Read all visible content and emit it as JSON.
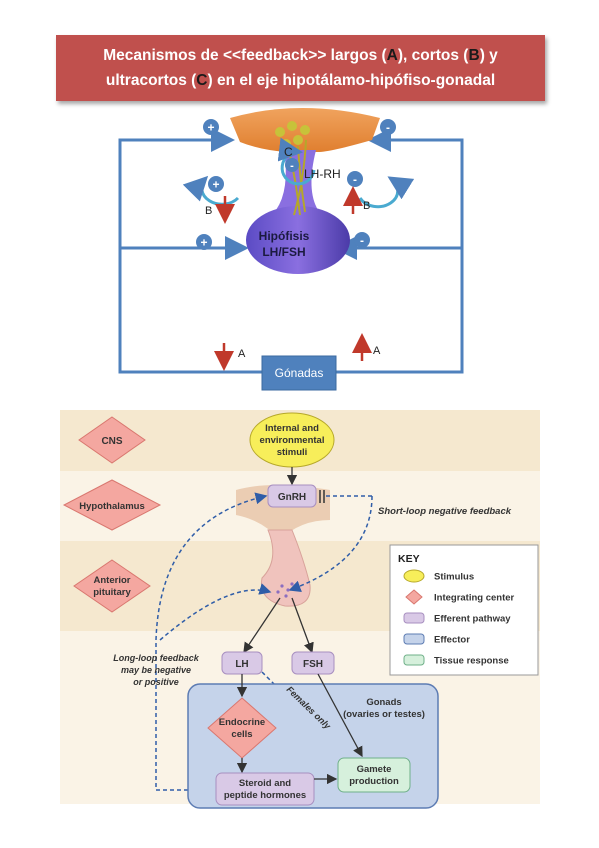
{
  "title": {
    "part1": "Mecanismos de <<feedback>> largos (",
    "letter_a": "A",
    "part2": "), cortos (",
    "letter_b": "B",
    "part3": ") y",
    "line2_part1": "ultracortos (",
    "letter_c": "C",
    "line2_part2": ") en el eje hipotálamo-hipófiso-gonadal"
  },
  "top_diagram": {
    "plus": "+",
    "minus": "-",
    "c_label": "C",
    "lhrh_label": "LH-RH",
    "b_label": "B",
    "a_label": "A",
    "hipofisis_line1": "Hipófisis",
    "hipofisis_line2": "LH/FSH",
    "gonadas": "Gónadas"
  },
  "bottom_diagram": {
    "cns": "CNS",
    "hypothalamus": "Hypothalamus",
    "anterior_pituitary_line1": "Anterior",
    "anterior_pituitary_line2": "pituitary",
    "stimuli_line1": "Internal and",
    "stimuli_line2": "environmental",
    "stimuli_line3": "stimuli",
    "gnrh": "GnRH",
    "short_loop": "Short-loop negative feedback",
    "long_loop_line1": "Long-loop feedback",
    "long_loop_line2": "may be negative",
    "long_loop_line3": "or positive",
    "lh": "LH",
    "fsh": "FSH",
    "females_only": "Females only",
    "gonads_line1": "Gonads",
    "gonads_line2": "(ovaries or testes)",
    "endocrine_line1": "Endocrine",
    "endocrine_line2": "cells",
    "steroid_line1": "Steroid and",
    "steroid_line2": "peptide hormones",
    "gamete_line1": "Gamete",
    "gamete_line2": "production",
    "key": {
      "title": "KEY",
      "items": [
        "Stimulus",
        "Integrating center",
        "Efferent pathway",
        "Effector",
        "Tissue response"
      ]
    }
  },
  "colors": {
    "title_bg": "#c0504d",
    "line_blue": "#4f81bd",
    "arrow_red": "#c0392b",
    "hypothalamus_orange": "#e8924a",
    "pituitary_purple": "#6a4fc0",
    "gonadas_box": "#4f81bd",
    "band_tan": "#f5e8cf",
    "integrating_pink": "#f4a7a0",
    "efferent_lilac": "#d9c9e6",
    "effector_blue": "#c5d3ea",
    "tissue_green": "#d6f0dc",
    "stimulus_yellow": "#f7ee5a"
  }
}
